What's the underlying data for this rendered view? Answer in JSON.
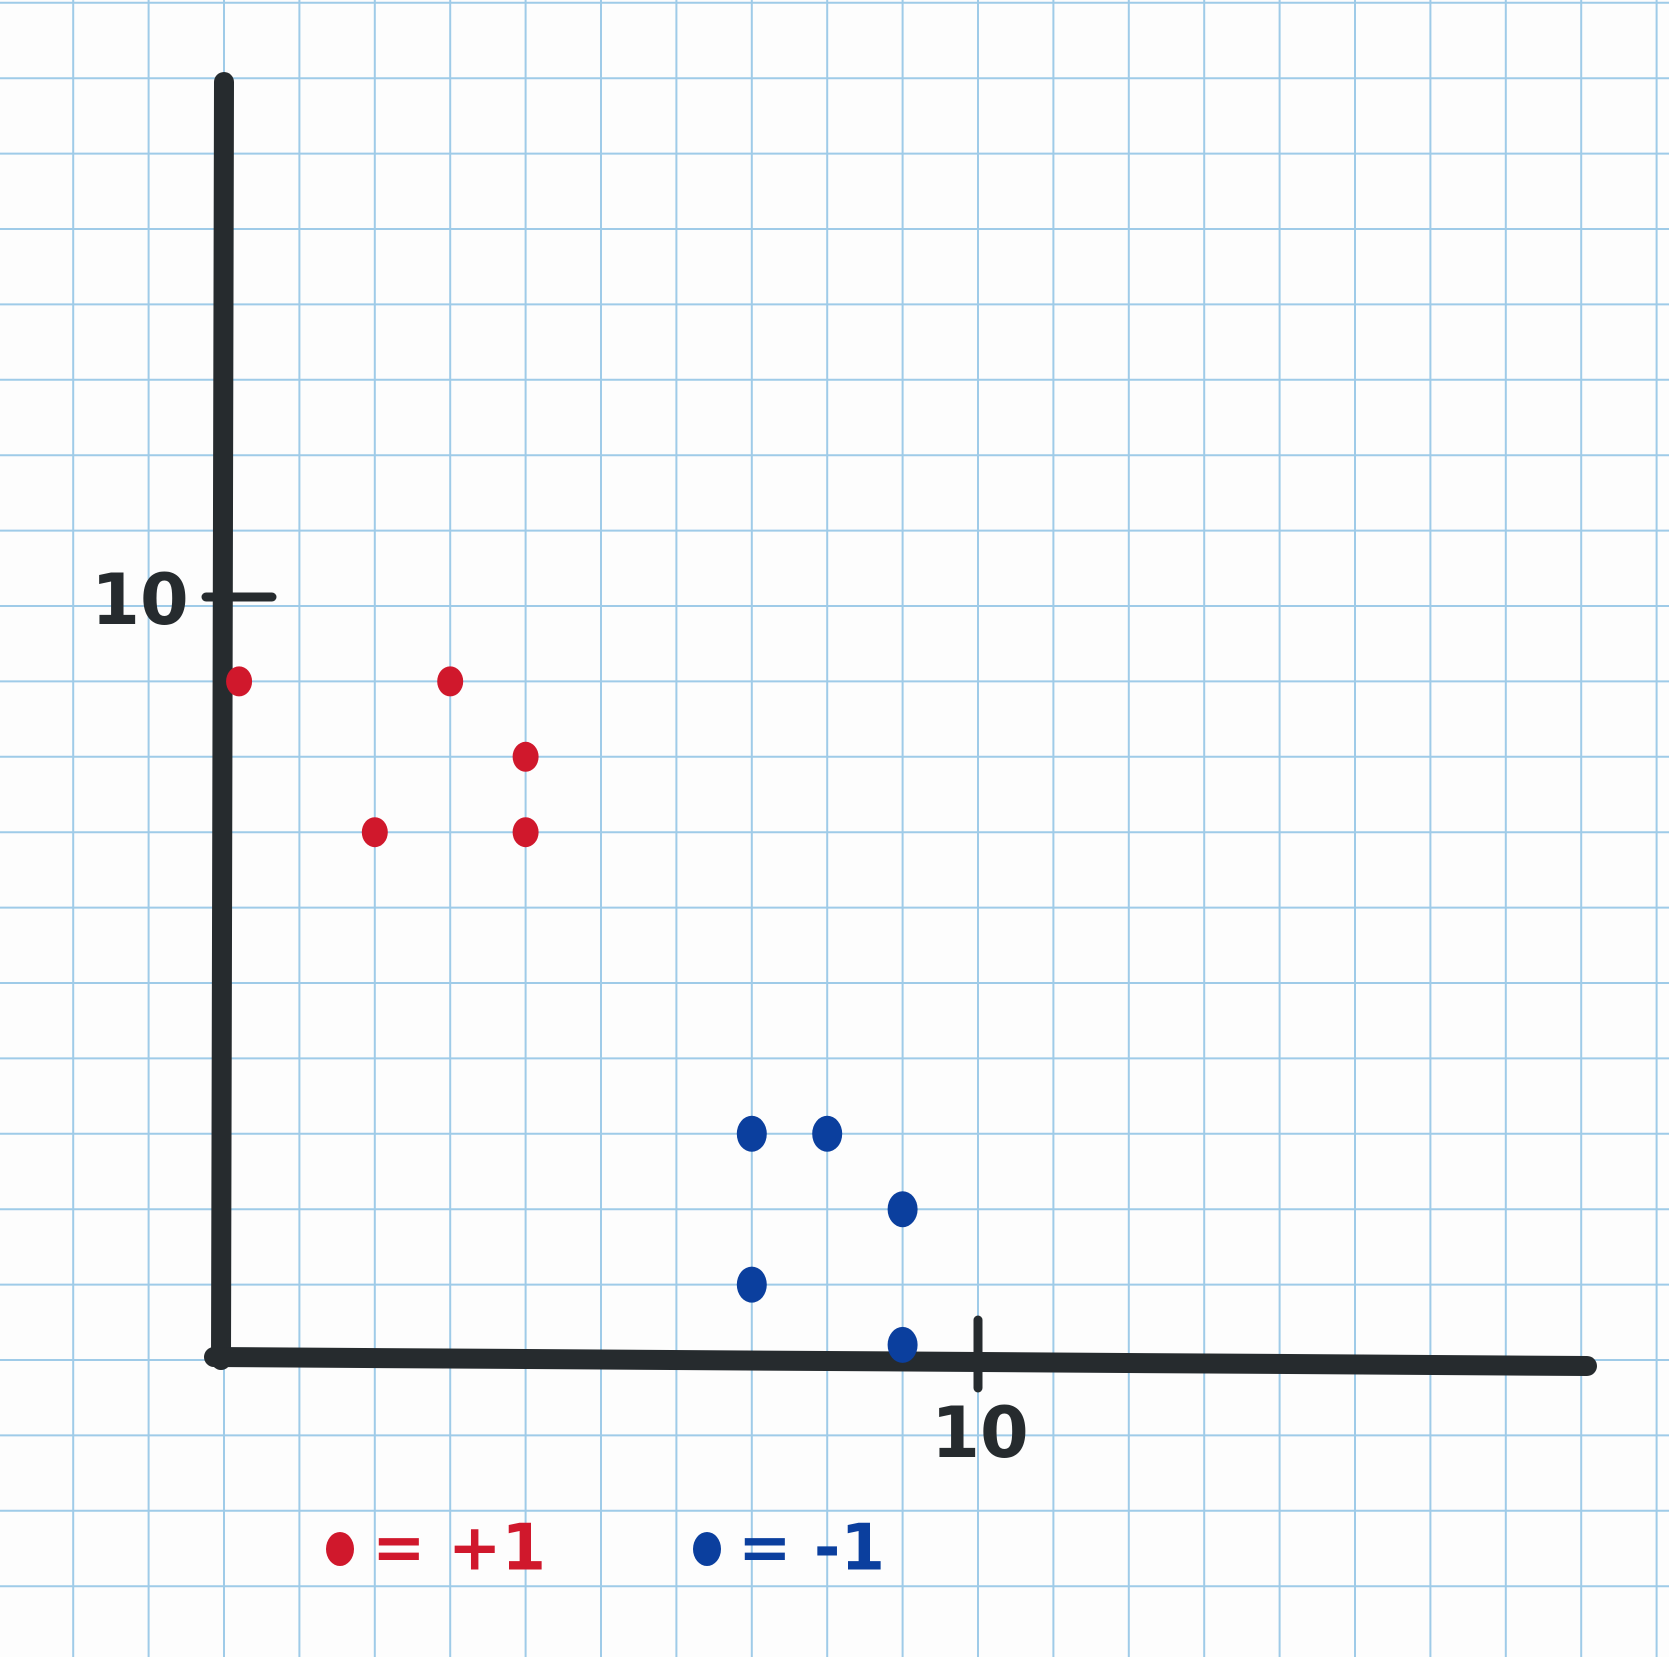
{
  "chart_data": {
    "type": "scatter",
    "title": "",
    "xlabel": "",
    "ylabel": "",
    "xlim": [
      0,
      18
    ],
    "ylim": [
      0,
      17
    ],
    "x_ticks": [
      {
        "value": 10,
        "label": "10"
      }
    ],
    "y_ticks": [
      {
        "value": 10,
        "label": "10"
      }
    ],
    "grid": true,
    "legend_position": "bottom-left",
    "series": [
      {
        "name": "+1",
        "legend_label": "= +1",
        "color": "#d0182c",
        "points": [
          {
            "x": 0.2,
            "y": 9
          },
          {
            "x": 3,
            "y": 9
          },
          {
            "x": 4,
            "y": 8
          },
          {
            "x": 2,
            "y": 7
          },
          {
            "x": 4,
            "y": 7
          }
        ]
      },
      {
        "name": "-1",
        "legend_label": "= -1",
        "color": "#0b3f9e",
        "points": [
          {
            "x": 7,
            "y": 3
          },
          {
            "x": 8,
            "y": 3
          },
          {
            "x": 9,
            "y": 2
          },
          {
            "x": 7,
            "y": 1
          },
          {
            "x": 9,
            "y": 0.2
          }
        ]
      }
    ]
  },
  "colors": {
    "grid_line": "#9fcbe8",
    "axis_ink": "#262b2e",
    "paper": "#fdfdfd"
  }
}
